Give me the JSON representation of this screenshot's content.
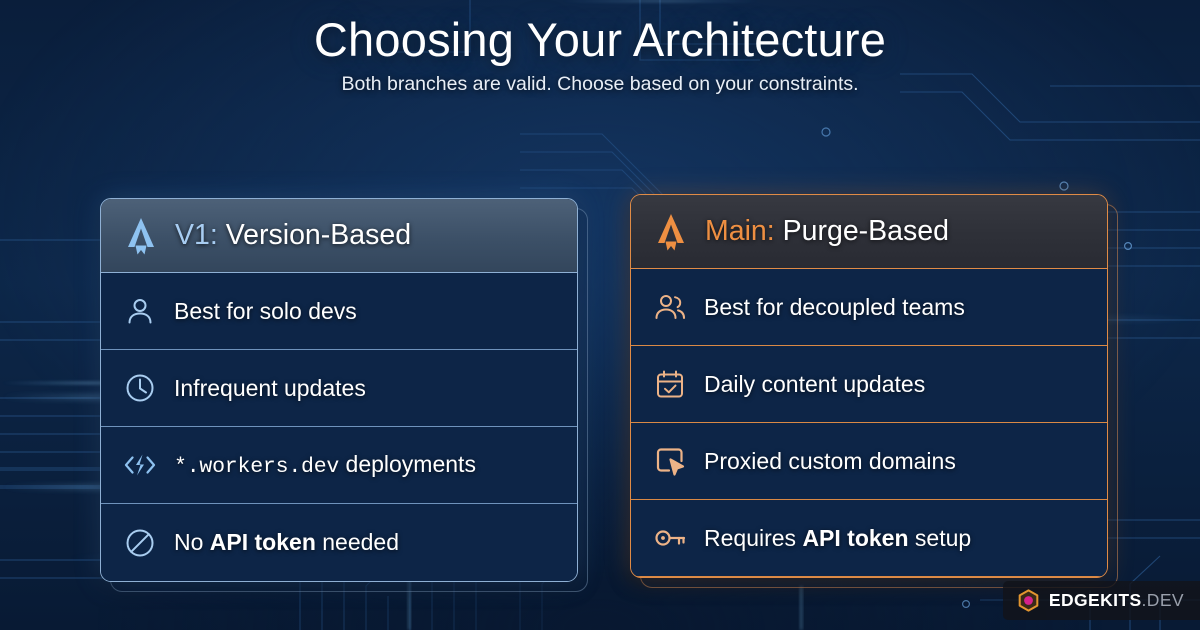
{
  "header": {
    "title": "Choosing Your Architecture",
    "subtitle": "Both branches are valid. Choose based on your constraints."
  },
  "colors": {
    "background": "#0b2140",
    "card_body": "#0d2547",
    "left_accent": "#8fb0d4",
    "left_accent_text": "#a8cdf2",
    "left_head_band": "#3c5067",
    "right_accent": "#e08b46",
    "right_accent_text": "#ee8f42",
    "right_head_band": "#2e3038",
    "text": "#ffffff",
    "trace": "#2f5d94",
    "watermark_hex_border": "#e2952f",
    "watermark_hex_fill": "#d6218c"
  },
  "cards": [
    {
      "id": "v1-version-based",
      "logo_icon": "astro-rocket-icon",
      "head_accent": "V1:",
      "head_title": "Version-Based",
      "rows": [
        {
          "icon": "person-icon",
          "text_parts": [
            {
              "t": "Best for solo devs",
              "style": "normal"
            }
          ]
        },
        {
          "icon": "clock-icon",
          "text_parts": [
            {
              "t": "Infrequent updates",
              "style": "normal"
            }
          ]
        },
        {
          "icon": "code-lightning-icon",
          "text_parts": [
            {
              "t": "*.workers.dev",
              "style": "mono"
            },
            {
              "t": " deployments",
              "style": "normal"
            }
          ]
        },
        {
          "icon": "no-entry-icon",
          "text_parts": [
            {
              "t": "No ",
              "style": "normal"
            },
            {
              "t": "API token",
              "style": "bold"
            },
            {
              "t": " needed",
              "style": "normal"
            }
          ]
        }
      ]
    },
    {
      "id": "main-purge-based",
      "logo_icon": "astro-rocket-icon",
      "head_accent": "Main:",
      "head_title": "Purge-Based",
      "rows": [
        {
          "icon": "people-icon",
          "text_parts": [
            {
              "t": "Best for decoupled teams",
              "style": "normal"
            }
          ]
        },
        {
          "icon": "calendar-check-icon",
          "text_parts": [
            {
              "t": "Daily content updates",
              "style": "normal"
            }
          ]
        },
        {
          "icon": "pointer-window-icon",
          "text_parts": [
            {
              "t": "Proxied custom domains",
              "style": "normal"
            }
          ]
        },
        {
          "icon": "key-icon",
          "text_parts": [
            {
              "t": "Requires ",
              "style": "normal"
            },
            {
              "t": "API token",
              "style": "bold"
            },
            {
              "t": " setup",
              "style": "normal"
            }
          ]
        }
      ]
    }
  ],
  "watermark": {
    "logo_icon": "edgekits-hexagon-icon",
    "name": "EDGEKITS",
    "tld": ".DEV"
  }
}
